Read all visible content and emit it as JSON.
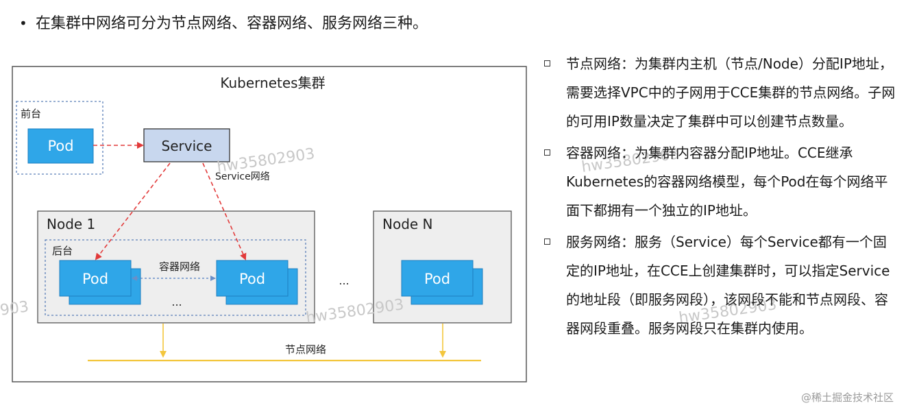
{
  "headline": "在集群中网络可分为节点网络、容器网络、服务网络三种。",
  "diagram": {
    "cluster_label": "Kubernetes集群",
    "frontend_label": "前台",
    "backend_label": "后台",
    "pod": "Pod",
    "service": "Service",
    "service_network": "Service网络",
    "container_network": "容器网络",
    "node_network": "节点网络",
    "node1": "Node 1",
    "nodeN": "Node N",
    "ellipsis": "...",
    "ellipsis_pods": "..."
  },
  "bullets": [
    "节点网络：为集群内主机（节点/Node）分配IP地址，需要选择VPC中的子网用于CCE集群的节点网络。子网的可用IP数量决定了集群中可以创建节点数量。",
    "容器网络：为集群内容器分配IP地址。CCE继承Kubernetes的容器网络模型，每个Pod在每个网络平面下都拥有一个独立的IP地址。",
    "服务网络：服务（Service）每个Service都有一个固定的IP地址，在CCE上创建集群时，可以指定Service的地址段（即服务网段），该网段不能和节点网段、容器网段重叠。服务网段只在集群内使用。"
  ],
  "watermark": "hw35802903",
  "watermark_partial": "903",
  "brand": "@稀土掘金技术社区",
  "colors": {
    "pod_fill": "#2fa6e8",
    "service_fill": "#c8d7ee",
    "red_arrow": "#e23a3a",
    "node_line": "#f3c63c"
  }
}
